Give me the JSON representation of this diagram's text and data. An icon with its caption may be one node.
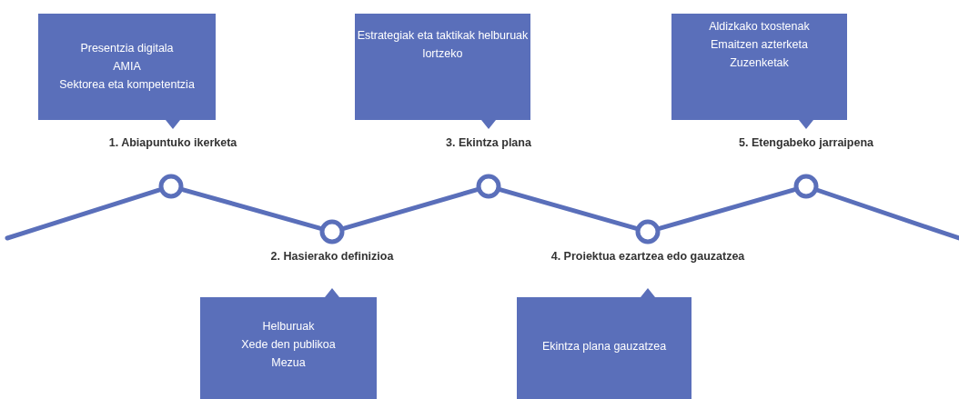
{
  "diagram": {
    "nodes": [
      {
        "text": [
          "Presentzia digitala",
          "AMIA",
          "Sektorea eta kompetentzia",
          "1. Abiapuntuko ikerketa"
        ]
      },
      {
        "text": [],
        "shape": "circle"
      },
      {
        "text": [
          "2. Hasierako definizioa",
          "Helburuak",
          "Xede den publikoa",
          "Mezua"
        ]
      },
      {
        "text": [],
        "shape": "circle"
      },
      {
        "text": [
          "Estrategiak eta taktikak helburuak lortzeko",
          "3. Ekintza plana"
        ]
      },
      {
        "text": [],
        "shape": "circle"
      },
      {
        "text": [
          "4. Proiektua ezartzea edo gauzatzea",
          "Ekintza plana gauzatzea"
        ]
      },
      {
        "text": [],
        "shape": "circle"
      },
      {
        "text": [
          "Aldizkako txostenak",
          "Emaitzen azterketa",
          "Zuzenketak",
          "5. Etengabeko jarraipena"
        ]
      },
      {
        "text": [],
        "shape": "circle"
      }
    ],
    "edges": [
      {
        "from": null,
        "to": 1,
        "arrow": "none"
      },
      {
        "from": 1,
        "to": 3,
        "arrow": "none"
      },
      {
        "from": 3,
        "to": 5,
        "arrow": "none"
      },
      {
        "from": 5,
        "to": 7,
        "arrow": "none"
      },
      {
        "from": 7,
        "to": 9,
        "arrow": "none"
      },
      {
        "from": 9,
        "to": null,
        "arrow": "none"
      }
    ]
  }
}
